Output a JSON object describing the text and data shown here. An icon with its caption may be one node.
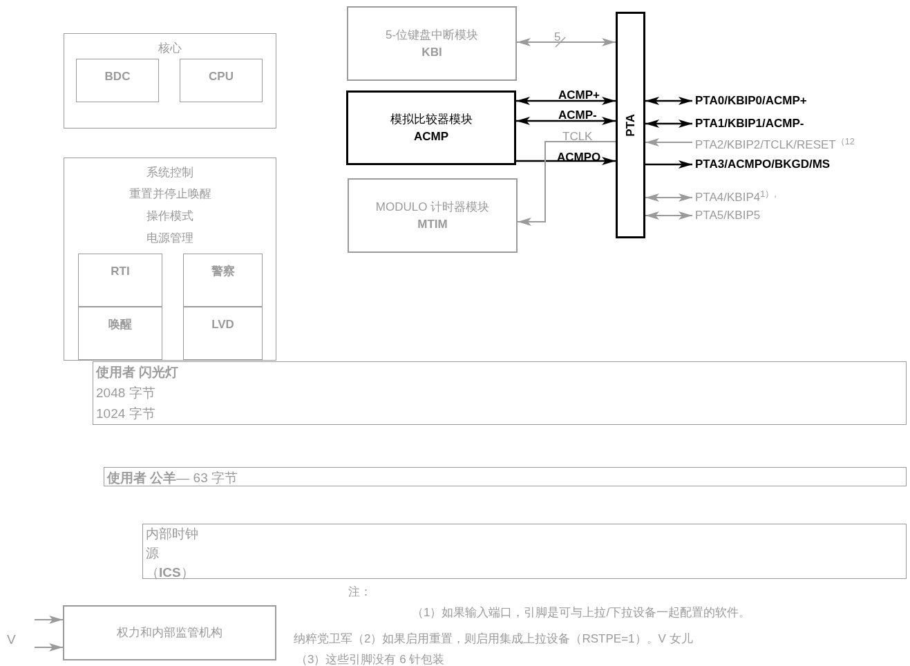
{
  "diagram": {
    "nodes": [
      {
        "text": [
          "核心"
        ]
      },
      {
        "text": [
          "BDC"
        ],
        "in": 0
      },
      {
        "text": [
          "CPU"
        ],
        "in": 0
      },
      {
        "text": [
          "系统控制",
          "重置并停止唤醒",
          "操作模式",
          "电源管理"
        ]
      },
      {
        "text": [
          "RTI"
        ],
        "in": 3
      },
      {
        "text": [
          "警察"
        ],
        "in": 3
      },
      {
        "text": [
          "唤醒"
        ],
        "in": 3
      },
      {
        "text": [
          "LVD"
        ],
        "in": 3
      },
      {
        "text": [
          "5-位键盘中断模块",
          "KBI"
        ]
      },
      {
        "text": [
          "模拟比较器模块",
          "ACMP"
        ]
      },
      {
        "text": [
          "MODULO 计时器模块",
          "MTIM"
        ]
      },
      {
        "text": [
          "PTA"
        ]
      },
      {
        "text": [
          "使用者 闪光灯",
          "2048 字节",
          "1024 字节"
        ]
      },
      {
        "text": [
          "**使用者 公羊**— 63 字节"
        ]
      },
      {
        "text": [
          "内部时钟源",
          "（**ICS**）"
        ]
      },
      {
        "text": [
          "权力和内部监管机构"
        ]
      },
      {
        "text": [
          "PTA0/KBIP0/ACMP+"
        ]
      },
      {
        "text": [
          "PTA1/KBIP1/ACMP-"
        ]
      },
      {
        "text": [
          "PTA2/KBIP2/TCLK/RESET$^{（12}$"
        ]
      },
      {
        "text": [
          "PTA3/ACMPO/BKGD/MS"
        ]
      },
      {
        "text": [
          "PTA4/KBIP4$^{1）,}$"
        ]
      },
      {
        "text": [
          "PTA5/KBIP5"
        ]
      }
    ],
    "edges": [
      {
        "from": 8,
        "to": 11,
        "arrow": "both",
        "label": "5"
      },
      {
        "from": 9,
        "to": 11,
        "arrow": "both",
        "label": "ACMP+",
        "color": "#000000"
      },
      {
        "from": 9,
        "to": 11,
        "arrow": "both",
        "label": "ACMP-",
        "color": "#000000"
      },
      {
        "from": 9,
        "to": 11,
        "arrow": "to",
        "label": "ACMPO",
        "color": "#000000"
      },
      {
        "from": 11,
        "to": 10,
        "arrow": "to",
        "label": "TCLK"
      },
      {
        "from": 11,
        "to": 16,
        "arrow": "both",
        "color": "#000000"
      },
      {
        "from": 11,
        "to": 17,
        "arrow": "both",
        "color": "#000000"
      },
      {
        "from": 18,
        "to": 11,
        "arrow": "to"
      },
      {
        "from": 11,
        "to": 19,
        "arrow": "to",
        "color": "#000000"
      },
      {
        "from": 11,
        "to": 20,
        "arrow": "both"
      },
      {
        "from": 11,
        "to": 21,
        "arrow": "both"
      },
      {
        "from": null,
        "to": 15,
        "arrow": "to"
      },
      {
        "from": null,
        "to": 15,
        "arrow": "to"
      }
    ],
    "labels": [
      "V",
      "注：",
      "（1）如果输入端口，引脚是可与上拉/下拉设备一起配置的软件。",
      "纳粹党卫军（2）如果启用重置，则启用集成上拉设备（RSTPE=1）。V 女儿",
      "（3）这些引脚没有 6 针包装"
    ]
  }
}
